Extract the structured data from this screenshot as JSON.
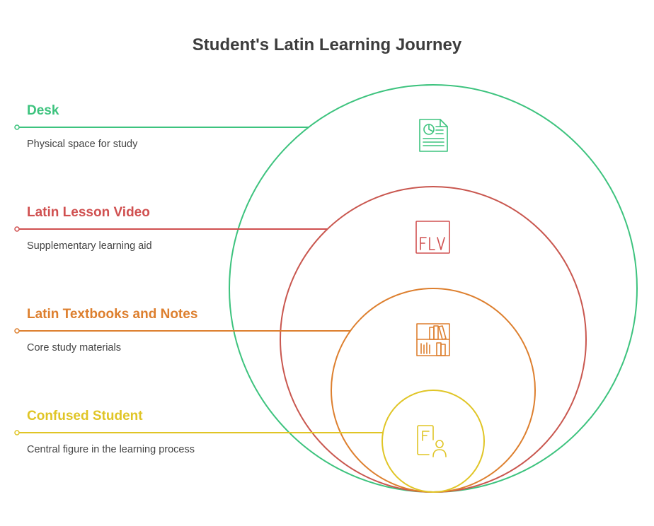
{
  "title": "Student's Latin Learning Journey",
  "layers": [
    {
      "label": "Desk",
      "description": "Physical space for study",
      "color": "#3dc37e",
      "icon": "document-report-icon"
    },
    {
      "label": "Latin Lesson Video",
      "description": "Supplementary learning aid",
      "color": "#d05050",
      "icon": "flv-file-icon"
    },
    {
      "label": "Latin Textbooks and Notes",
      "description": "Core study materials",
      "color": "#dd7f2e",
      "icon": "bookshelf-icon"
    },
    {
      "label": "Confused Student",
      "description": "Central figure in the learning process",
      "color": "#e0c526",
      "icon": "student-file-icon"
    }
  ]
}
